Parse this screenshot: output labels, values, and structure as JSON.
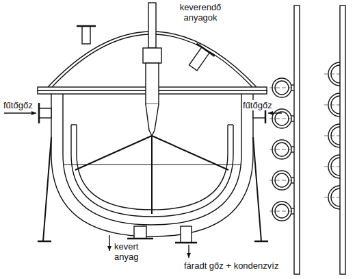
{
  "diagram": {
    "labels": [
      "keverendő anyagok",
      "fűtőgőz",
      "fűtőgőz",
      "kevert anyag",
      "fáradt gőz + kondenzvíz"
    ]
  }
}
